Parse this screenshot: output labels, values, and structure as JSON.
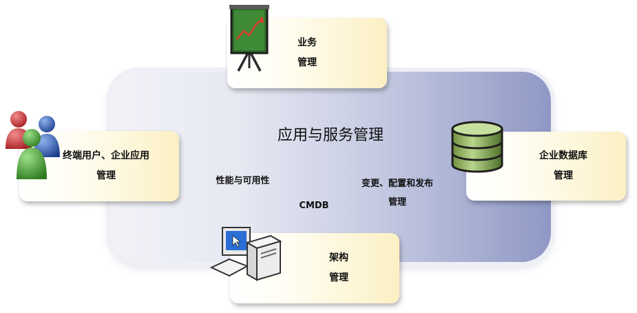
{
  "diagram": {
    "center": {
      "title": "应用与服务管理",
      "labels": {
        "performance": "性能与可用性",
        "change": [
          "变更、配置和发布",
          "管理"
        ],
        "cmdb": "CMDB"
      }
    },
    "cards": {
      "business": [
        "业务",
        "管理"
      ],
      "end_users": [
        "终端用户、企业应用",
        "管理"
      ],
      "database": [
        "企业数据库",
        "管理"
      ],
      "architecture": [
        "架构",
        "管理"
      ]
    },
    "icons": {
      "business": "presentation-easel-icon",
      "end_users": "users-group-icon",
      "database": "database-icon",
      "architecture": "computer-icon"
    },
    "colors": {
      "panel_light": "#f2f3f8",
      "panel_dark": "#8f98c5",
      "card_light": "#ffffff",
      "card_yellow": "#fbf0c4"
    }
  }
}
